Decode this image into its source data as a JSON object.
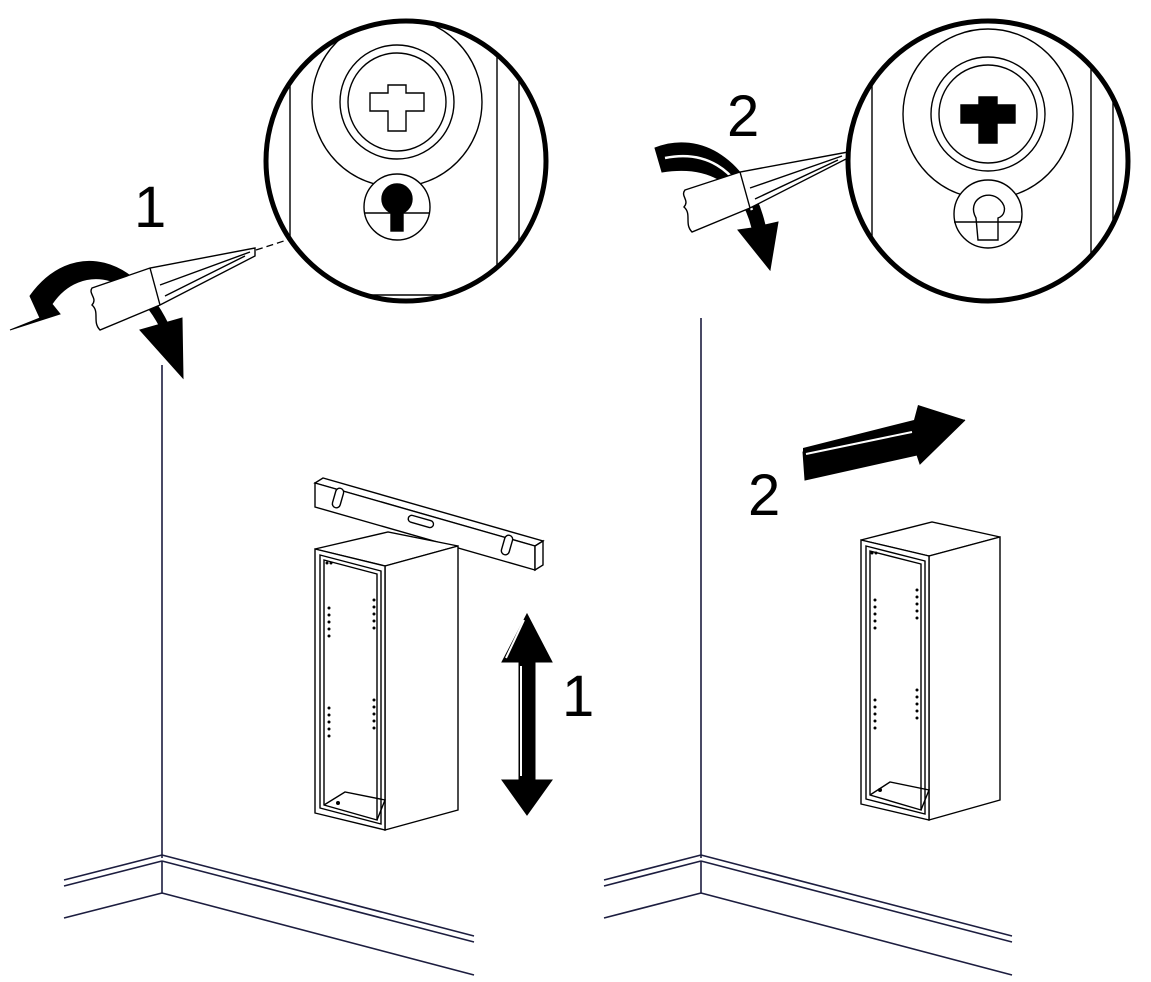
{
  "diagram": {
    "step_labels": {
      "left_screw_rotation": "1",
      "left_height_adjust": "1",
      "right_screw_rotation": "2",
      "right_push": "2"
    },
    "colors": {
      "ink": "#000000",
      "wall_line": "#1c1d3f",
      "fill": "#ffffff"
    },
    "icons": [
      "screwdriver-icon",
      "curved-arrow-icon",
      "vertical-double-arrow-icon",
      "straight-arrow-icon",
      "spirit-level-icon",
      "cabinet-icon",
      "magnifier-detail-icon"
    ]
  }
}
